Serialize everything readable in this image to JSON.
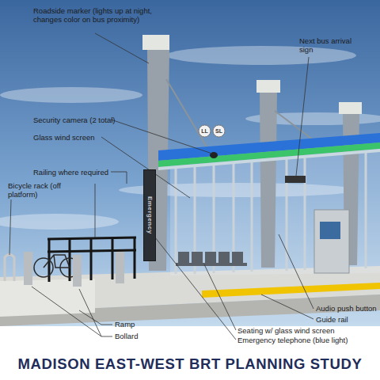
{
  "diagram": {
    "title": "MADISON EAST-WEST BRT PLANNING STUDY",
    "nodes": [
      {
        "text": [
          "LL"
        ]
      },
      {
        "text": [
          "SL"
        ]
      },
      {
        "text": [
          "Emergency"
        ]
      }
    ],
    "labels": [
      "Roadside marker (lights up at night, changes color on bus proximity)",
      "Next bus arrival sign",
      "Security camera (2 total)",
      "Glass wind screen",
      "Railing where required",
      "Bicycle rack (off platform)",
      "Audio push button",
      "Guide rail",
      "Seating w/ glass wind screen",
      "Emergency telephone (blue light)",
      "Ramp",
      "Bollard"
    ]
  }
}
